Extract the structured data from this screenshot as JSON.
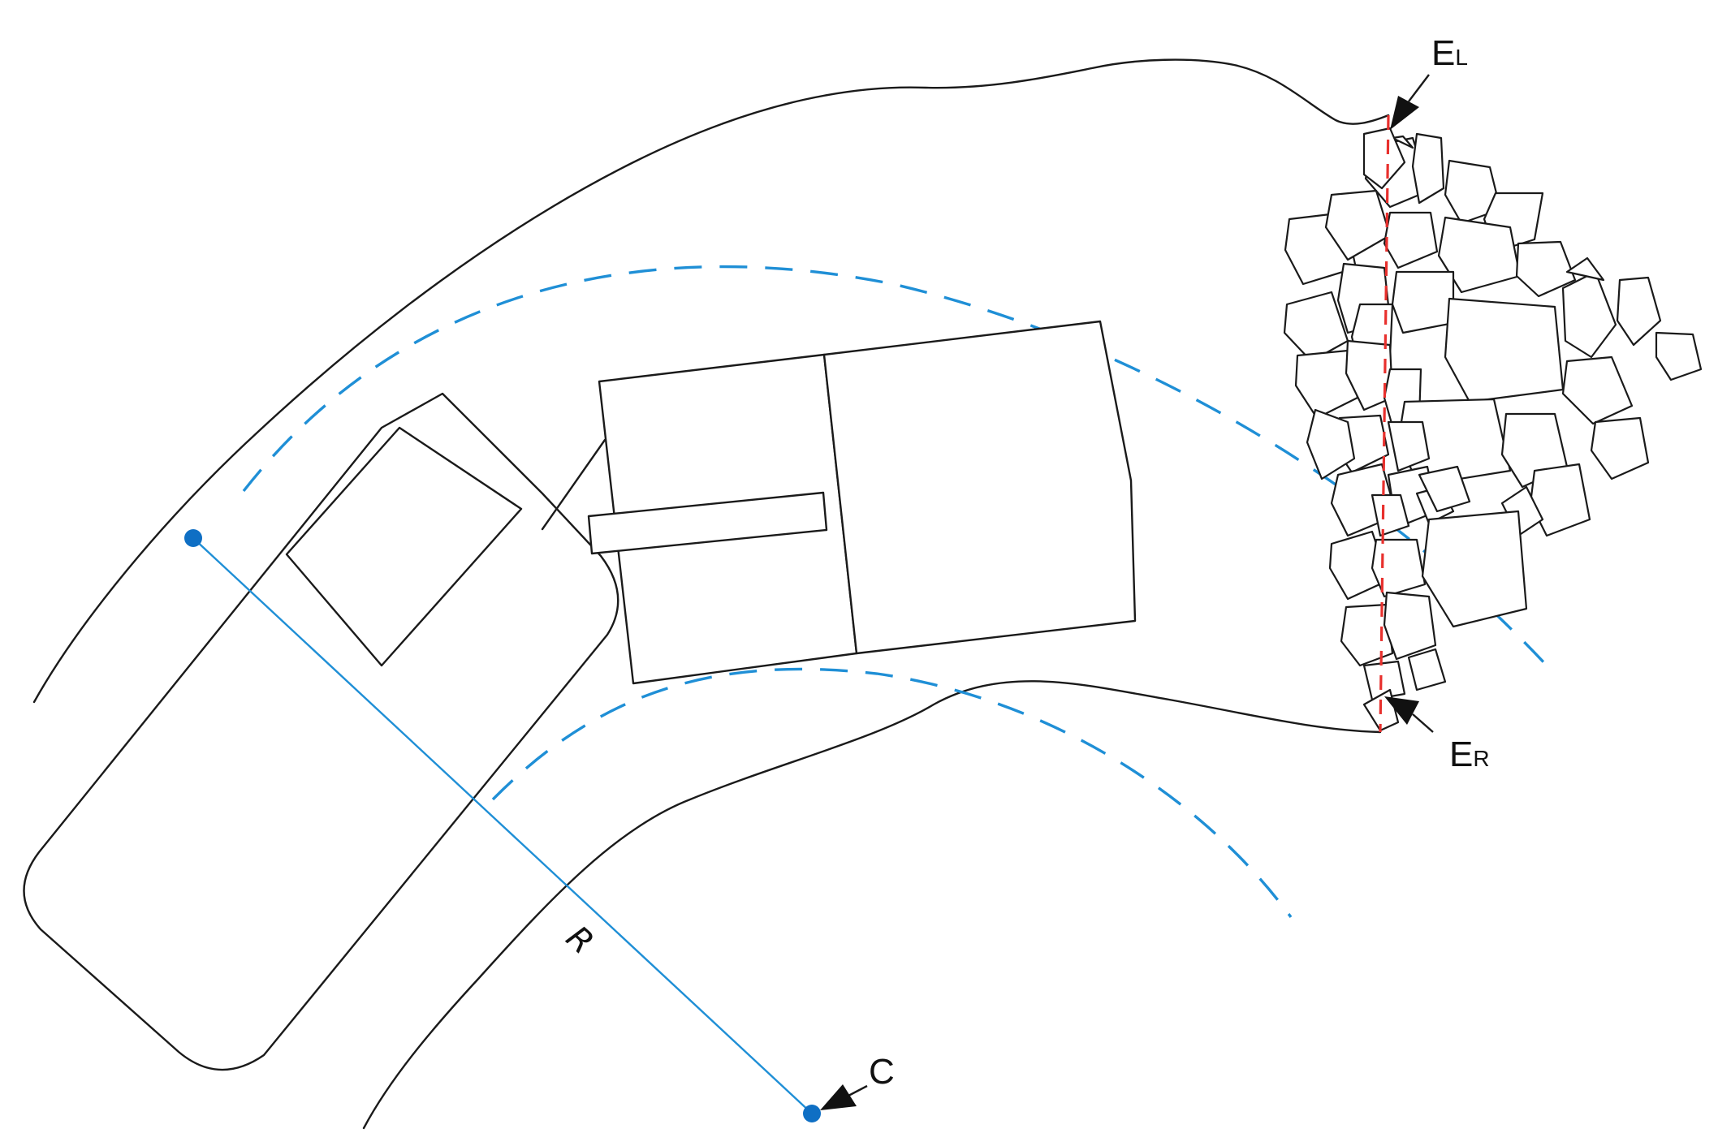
{
  "labels": {
    "e_left_main": "E",
    "e_left_sub": "L",
    "e_right_main": "E",
    "e_right_sub": "R",
    "radius": "R",
    "center": "C"
  },
  "colors": {
    "path_centerline": "#1f8fd6",
    "radius_line": "#1f8fd6",
    "points": "#0f6fc4",
    "face_line": "#e8302d",
    "outline": "#1a1a1a"
  }
}
